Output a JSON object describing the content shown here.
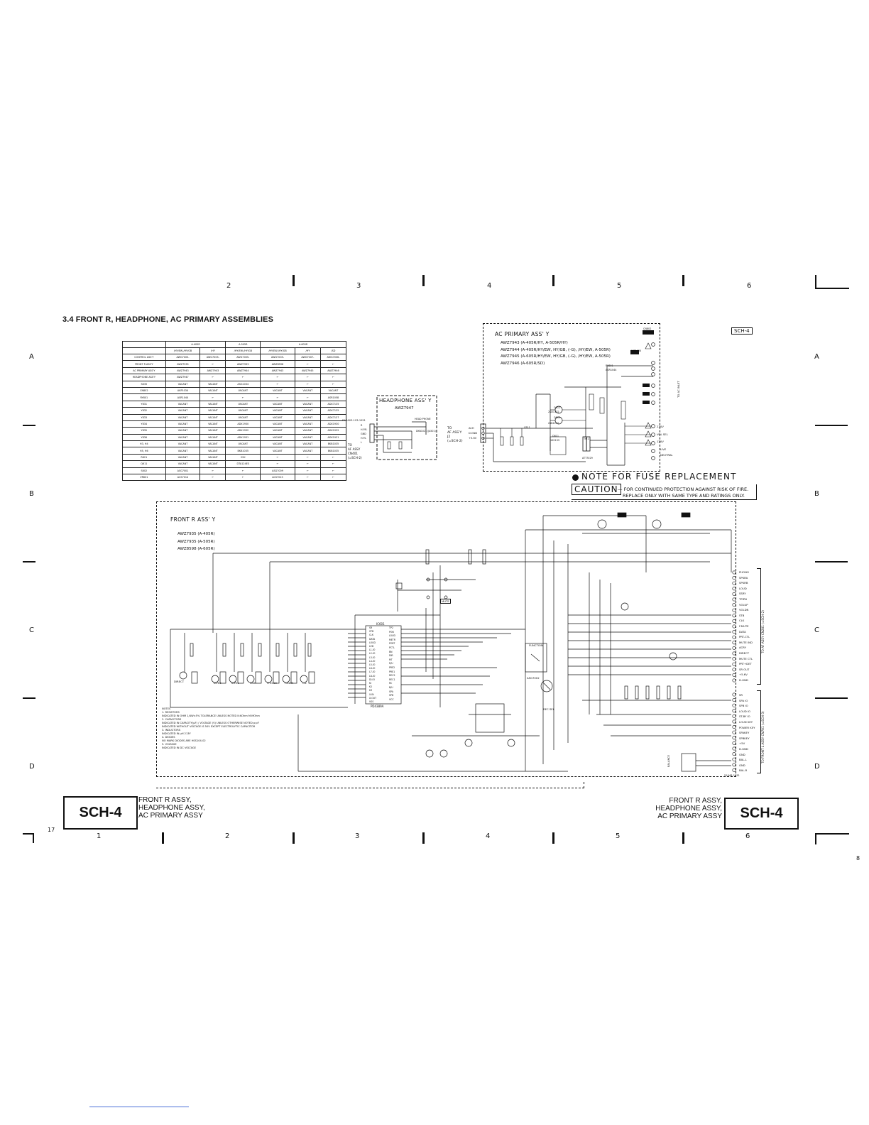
{
  "title": "3.4 FRONT R, HEADPHONE, AC PRIMARY ASSEMBLIES",
  "grid": {
    "top_numbers": [
      "2",
      "3",
      "4",
      "5",
      "6"
    ],
    "bottom_numbers": [
      "1",
      "2",
      "3",
      "4",
      "5",
      "6"
    ],
    "left_letters": [
      "A",
      "B",
      "C",
      "D"
    ],
    "right_letters": [
      "A",
      "B",
      "C",
      "D"
    ]
  },
  "page_number_left": "17",
  "page_number_right": "8",
  "sch_code": "SCH-4",
  "corner_labels": {
    "left": [
      "FRONT R ASSY,",
      "HEADPHONE ASSY,",
      "AC PRIMARY ASSY"
    ],
    "right": [
      "FRONT R ASSY,",
      "HEADPHONE ASSY,",
      "AC PRIMARY ASSY"
    ]
  },
  "parts_table": {
    "group_headers": [
      "",
      "A-405R",
      "A-505R",
      "A-605R"
    ],
    "sub_headers": [
      "",
      "/HY/EW,/HY/GB",
      "/HY",
      "/HY/EW,/HY/GB",
      "/HY/EW,/HY/GB",
      "/HY",
      "/SD"
    ],
    "rows": [
      [
        "CONTROL ASS'Y",
        "AWG7005-",
        "AWG7005-",
        "AWG7005-",
        "AWG7005-",
        "AWG7007-",
        "AWG7006-"
      ],
      [
        "FRONT R ASS'Y",
        "AWZ7935",
        "←",
        "AWZ7935",
        "AWZ8598",
        "←",
        "←"
      ],
      [
        "AC PRIMARY ASS'Y",
        "AWZ7943",
        "AWZ7943",
        "AWZ7944",
        "AWZ7943",
        "AWZ7945",
        "AWZ7946"
      ],
      [
        "HEADPHONE ASS'Y",
        "AWZ7947",
        "←",
        "←",
        "←",
        "←",
        "←"
      ],
      [
        "S635",
        "VACANT",
        "VACANT",
        "ASG1034",
        "←",
        "←",
        "←"
      ],
      [
        "CN802",
        "AKP1034",
        "VACANT",
        "VACANT",
        "VACANT",
        "VACANT",
        "VACANT"
      ],
      [
        "RY801",
        "ASR1044",
        "←",
        "←",
        "←",
        "←",
        "ASR1058"
      ],
      [
        "Y831",
        "VACANT",
        "VACANT",
        "VACANT",
        "VACANT",
        "VACANT",
        "ADX7135"
      ],
      [
        "Y832",
        "VACANT",
        "VACANT",
        "VACANT",
        "VACANT",
        "VACANT",
        "ADX7135"
      ],
      [
        "Y833",
        "VACANT",
        "VACANT",
        "VACANT",
        "VACANT",
        "VACANT",
        "ADX7137"
      ],
      [
        "Y834",
        "VACANT",
        "VACANT",
        "ADX1930",
        "VACANT",
        "VACANT",
        "ADX1930"
      ],
      [
        "Y835",
        "VACANT",
        "VACANT",
        "ADX1932",
        "VACANT",
        "VACANT",
        "ADX1932"
      ],
      [
        "Y836",
        "VACANT",
        "VACANT",
        "ADX1931",
        "VACANT",
        "VACANT",
        "ADX1931"
      ],
      [
        "H3, H4",
        "VACANT",
        "VACANT",
        "VACANT",
        "VACANT",
        "VACANT",
        "BKB1035"
      ],
      [
        "H5, H6",
        "VACANT",
        "VACANT",
        "BKB1035",
        "VACANT",
        "VACANT",
        "BKB1035"
      ],
      [
        "R621",
        "VACANT",
        "VACANT",
        "22K",
        "←",
        "←",
        "←"
      ],
      [
        "Q611",
        "VACANT",
        "VACANT",
        "DTA124ES",
        "←",
        "←",
        "←"
      ],
      [
        "S602",
        "ASG7001",
        "←",
        "←",
        "ASG7009",
        "←",
        "←"
      ],
      [
        "VR601",
        "ACS7014",
        "←",
        "←",
        "ACS7015",
        "←",
        "←"
      ]
    ]
  },
  "headphone": {
    "title": "HEADPHONE ASS' Y",
    "model": "AWZ7947",
    "connector_part": "D15A03-1S3-1951",
    "jack_label": "HEAD PHONE",
    "jack_part": "DKN1021 (JA501)",
    "pins": [
      "R",
      "H.P.R.",
      "GND",
      "H.P.L",
      "L"
    ],
    "to_label": [
      "TO",
      "AF ASSY",
      "CN401",
      "(=SCH-2)"
    ]
  },
  "ac_primary": {
    "title": "AC PRIMARY ASS' Y",
    "models": [
      "AWZ7943 (A-405R/HY, A-505R/HY)",
      "AWZ7944 (A-405R/HY/EW, HY/GB, (-G), /HY/EW, A-505R)",
      "AWZ7945 (A-605R/HY/EW, HY/GB, (-G), /HY/EW, A-505R)",
      "AWZ7946 (A-605R/SD)"
    ],
    "to_label": [
      "TO",
      "AF ASS'Y",
      "J2",
      "(=SCH-2)"
    ],
    "pins": [
      "ACH",
      "D.GND",
      "+5.6V"
    ],
    "right_labels": [
      "230V",
      "VOL SEL",
      "120V",
      "LIVE",
      "NEUTRAL"
    ],
    "parts": [
      "CN802",
      "AKP1034",
      "RY801",
      "ASR1044",
      "Q811",
      "2SD1132",
      "Q812",
      "2SB1132",
      "D811",
      "1SS133",
      "C811",
      "TRI1",
      "ATT7029"
    ],
    "to_ac_inlet": "TO AC INLET",
    "tag": "SCH-4"
  },
  "fuse_note": {
    "header": "NOTE FOR FUSE REPLACEMENT",
    "caution": "CAUTION",
    "line1": "— FOR CONTINUED PROTECTION AGAINST RISK OF FIRE.",
    "line2": "REPLACE ONLY WITH SAME TYPE AND RATINGS ONLY."
  },
  "front_r": {
    "title": "FRONT R ASS' Y",
    "models": [
      "AWZ7935 (A-405R)",
      "AWZ7935 (A-505R)",
      "AWZ8598 (A-605R)"
    ],
    "selector_labels": [
      "DIRECT",
      "TAPE2",
      "TAPE1",
      "LINE",
      "PHONO",
      "TUNER",
      "CD"
    ],
    "ic_label": "IC601",
    "ic_part": "PD4389A",
    "ic_pins_left": [
      "SR",
      "STB",
      "CLK",
      "DATA",
      "LOUD",
      "LED",
      "L1-IO",
      "L2-IO",
      "L3-IO",
      "L4-IO",
      "L5-IO",
      "L6-IO",
      "L7-IO",
      "L8-IO",
      "DI-IO",
      "KI",
      "K2",
      "K3",
      "X-IN",
      "X-OUT",
      "VSS"
    ],
    "ic_pins_right": [
      "TP2",
      "PON",
      "LOUD",
      "METR",
      "PORT",
      "PCTL",
      "BN",
      "DIR",
      "MT",
      "R/U",
      "PRE2",
      "PRE1",
      "REC2",
      "REC1",
      "RC",
      "B/U",
      "SPA",
      "SPB",
      "VCC"
    ],
    "function_label": "FUNCTION",
    "function_part": "ASG7002",
    "rec_sel": "REC SEL",
    "mute_label": "MUTE",
    "cn601_labels": [
      "PHONO",
      "SPKRA",
      "SPKRB",
      "LOUD",
      "SSRY",
      "TPIPN",
      "VOLUP",
      "VOLDN",
      "STB",
      "CLK",
      "F.MUTE",
      "DATA",
      "PRT-CTL",
      "MUTE IND",
      "ACRY",
      "DIRECT",
      "MUTE CTL",
      "PRT+DET",
      "SR OUT",
      "+5.6V",
      "D.GND"
    ],
    "cn601_note": "TO AF ASSY CN201 (=SCH-2)",
    "cn602_labels": [
      "SR",
      "SPA IO",
      "SPB IO",
      "LOUD IO",
      "ST-BY IO",
      "LOUD KEY",
      "POWER KEY",
      "SPAKEY",
      "SPBKEY",
      "+5V",
      "D.GND",
      "GND",
      "BAL-L",
      "GND",
      "BAL-R"
    ],
    "cn602_note": "TO FRONT L ASSY CN701 (=SCH-3)",
    "cn602_part": "51048-1531",
    "balance_label": "BALANCE",
    "notes": [
      "NOTES",
      "1. RESISTORS",
      "   INDICATED IN OHM 1/4W±5% TOLERANCE UNLESS NOTED K:KOhm M:MOhm",
      "2. CAPACITORS",
      "   INDICATED IN CAPACITY(µF) / VOLTAGE (V) UNLESS OTHERWISE NOTED p:pF",
      "   INDICATED WITHOUT VOLTAGE IS 50V EXCEPT ELECTROLYTIC CAPACITOR",
      "3. INDUCTORS",
      "   INDICATED IN µH 213Y",
      "4. DIODES",
      "   NO MARK DIODES ARE HSS104-02",
      "5. VOLTAGE",
      "   INDICATED IN DC VOLTAGE"
    ]
  }
}
